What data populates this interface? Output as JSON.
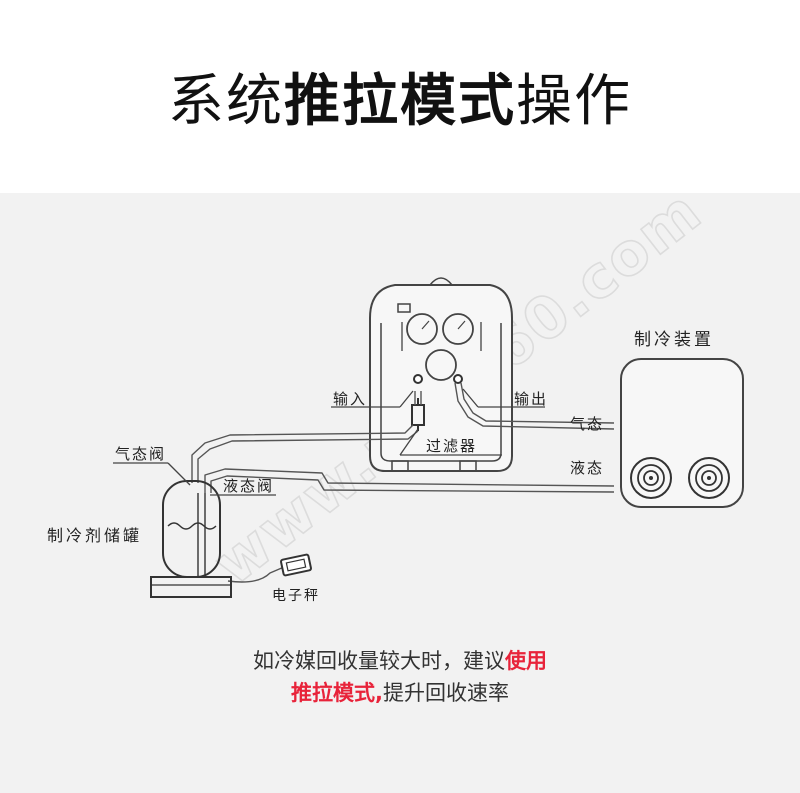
{
  "title": {
    "part1": "系统",
    "bold": "推拉模式",
    "part2": "操作"
  },
  "labels": {
    "refrigeration_unit": "制冷装置",
    "input": "输入",
    "output": "输出",
    "gas_state": "气态",
    "liquid_state": "液态",
    "filter": "过滤器",
    "gas_valve": "气态阀",
    "liquid_valve": "液态阀",
    "refrigerant_tank": "制冷剂储罐",
    "electronic_scale": "电子秤"
  },
  "watermark": "www.zkh360.com",
  "caption": {
    "line1_text": "如冷媒回收量较大时，建议",
    "line1_highlight": "使用",
    "line2_highlight": "推拉模式,",
    "line2_text": "提升回收速率"
  },
  "colors": {
    "highlight": "#e8233a",
    "panel_bg": "#f2f2f2",
    "line": "#555555"
  }
}
